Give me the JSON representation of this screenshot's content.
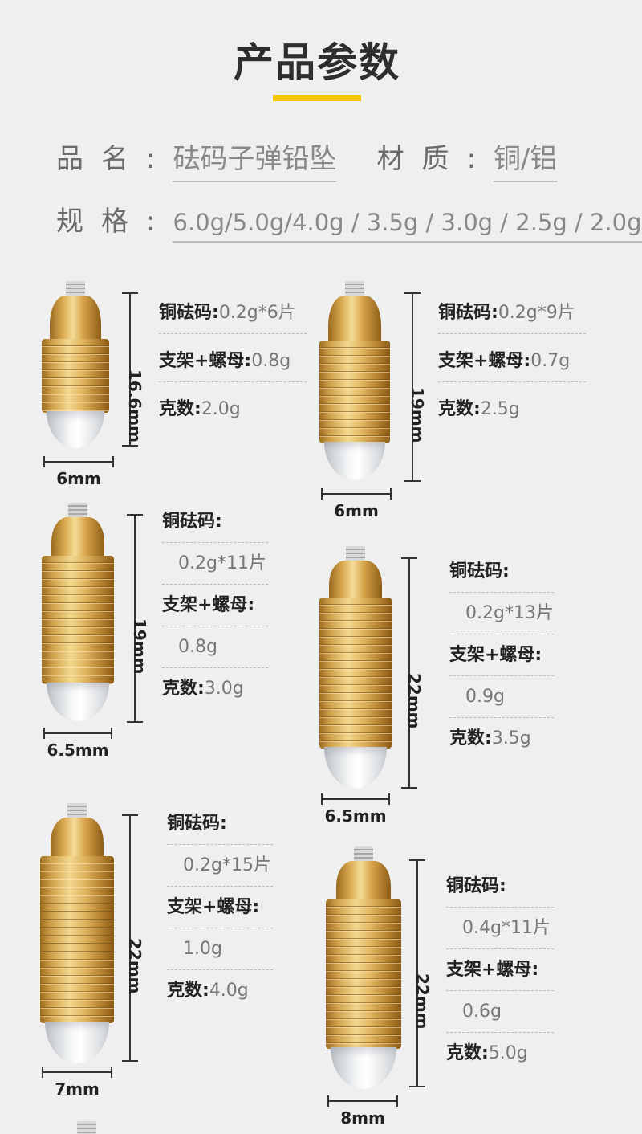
{
  "title": "产品参数",
  "specs": {
    "name_label": "品名:",
    "name_value": "砝码子弹铅坠",
    "material_label": "材质:",
    "material_value": "铜/铝",
    "size_label": "规格:",
    "size_value": "6.0g/5.0g/4.0g / 3.5g / 3.0g / 2.5g / 2.0g"
  },
  "products": [
    {
      "height_label": "16.6mm",
      "width_label": "6mm",
      "copper_label": "铜砝码:",
      "copper_value": "0.2g*6片",
      "bracket_label": "支架+螺母:",
      "bracket_value": "0.8g",
      "total_label": "克数:",
      "total_value": "2.0g"
    },
    {
      "height_label": "19mm",
      "width_label": "6mm",
      "copper_label": "铜砝码:",
      "copper_value": "0.2g*9片",
      "bracket_label": "支架+螺母:",
      "bracket_value": "0.7g",
      "total_label": "克数:",
      "total_value": "2.5g"
    },
    {
      "height_label": "19mm",
      "width_label": "6.5mm",
      "copper_label": "铜砝码:",
      "copper_value": "0.2g*11片",
      "bracket_label": "支架+螺母:",
      "bracket_value": "0.8g",
      "total_label": "克数:",
      "total_value": "3.0g"
    },
    {
      "height_label": "22mm",
      "width_label": "6.5mm",
      "copper_label": "铜砝码:",
      "copper_value": "0.2g*13片",
      "bracket_label": "支架+螺母:",
      "bracket_value": "0.9g",
      "total_label": "克数:",
      "total_value": "3.5g"
    },
    {
      "height_label": "22mm",
      "width_label": "7mm",
      "copper_label": "铜砝码:",
      "copper_value": "0.2g*15片",
      "bracket_label": "支架+螺母:",
      "bracket_value": "1.0g",
      "total_label": "克数:",
      "total_value": "4.0g"
    },
    {
      "height_label": "22mm",
      "width_label": "8mm",
      "copper_label": "铜砝码:",
      "copper_value": "0.4g*11片",
      "bracket_label": "支架+螺母:",
      "bracket_value": "0.6g",
      "total_label": "克数:",
      "total_value": "5.0g"
    }
  ]
}
